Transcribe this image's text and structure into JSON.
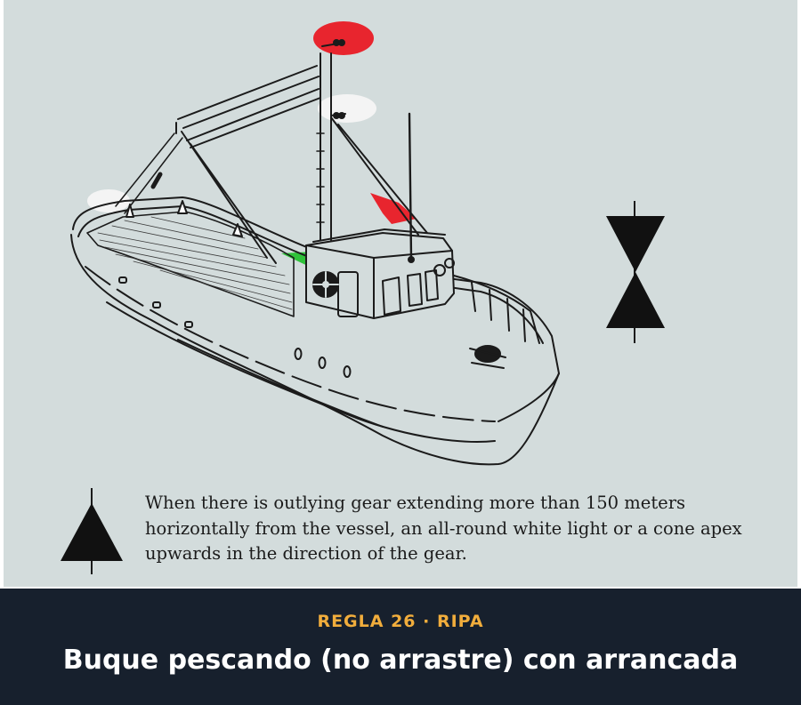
{
  "caption": {
    "text": "When there is outlying gear extending more than 150 meters horizontally from the vessel, an all-round white light or a cone apex upwards in the direction of the gear."
  },
  "footer": {
    "subtitle": "REGLA 26 · RIPA",
    "title": "Buque pescando (no arrastre) con arrancada"
  },
  "colors": {
    "panel": "#d3dcdc",
    "footer_bg": "#17202d",
    "accent": "#f1ad3c",
    "red_light": "#e8252e",
    "green_light": "#2fc23a",
    "white_light": "#f4f4f4",
    "ink": "#1b1b1b"
  },
  "icons": [
    "vessel-illustration",
    "two-cones-apexes-together-icon",
    "cone-apex-up-icon"
  ]
}
